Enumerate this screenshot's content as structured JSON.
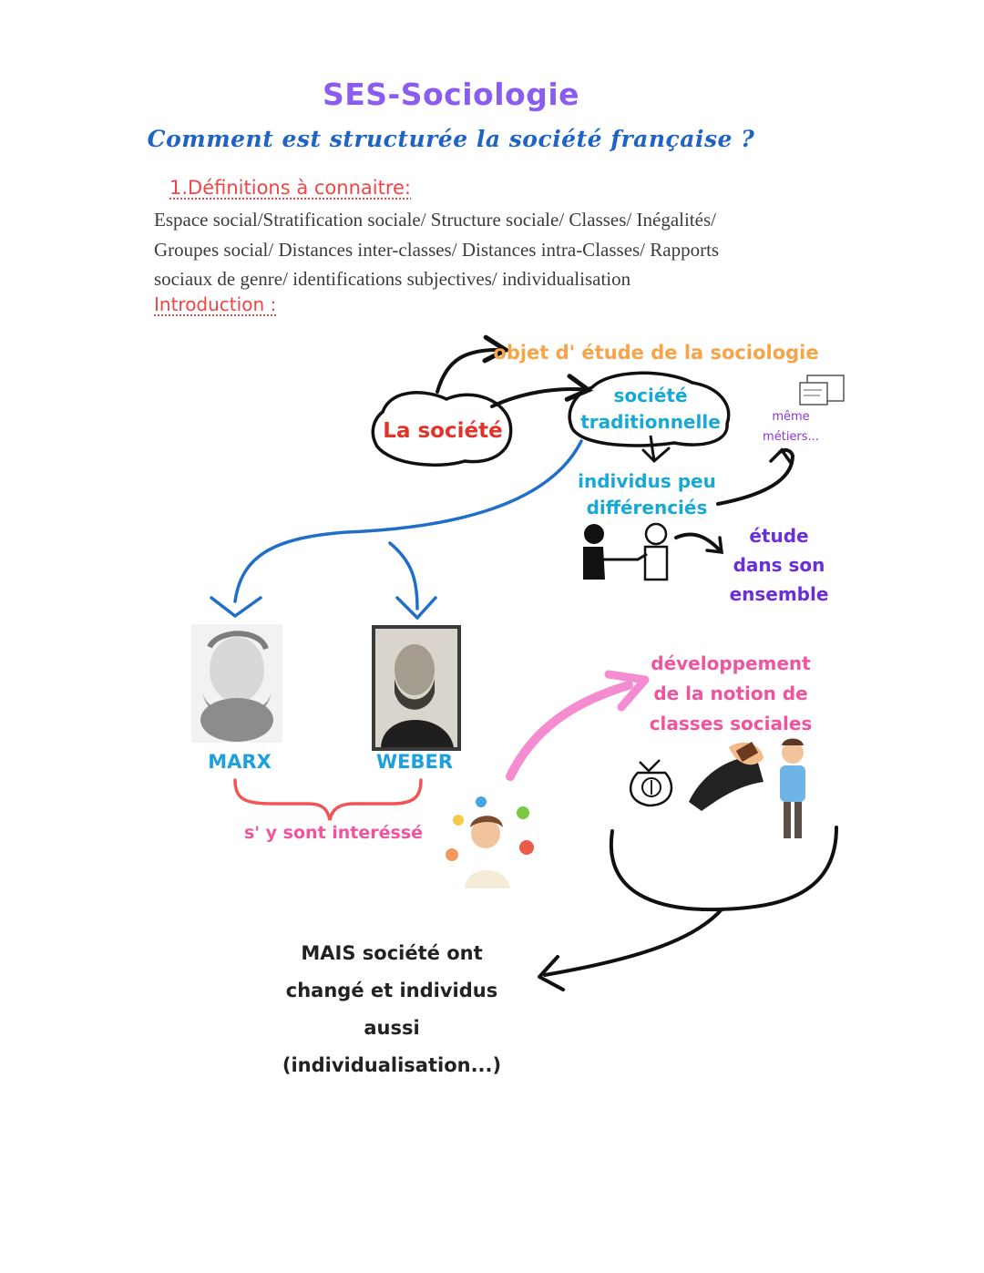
{
  "header": {
    "title": "SES-Sociologie",
    "subtitle": "Comment est structurée la société française ?"
  },
  "section1": {
    "heading": "1.Définitions à connaitre:",
    "lines": [
      "Espace social/Stratification sociale/ Structure sociale/ Classes/ Inégalités/",
      "Groupes social/ Distances inter-classes/ Distances intra-Classes/ Rapports",
      "sociaux de genre/ identifications subjectives/ individualisation"
    ]
  },
  "intro": {
    "heading": "Introduction :"
  },
  "diagram": {
    "objet": "objet d' étude de la sociologie",
    "societe": "La société",
    "traditionnelle": [
      "société",
      "traditionnelle"
    ],
    "meme": [
      "même",
      "métiers..."
    ],
    "individus": [
      "individus peu",
      "différenciés"
    ],
    "etude": [
      "étude",
      "dans son",
      "ensemble"
    ],
    "marx": "MARX",
    "weber": "WEBER",
    "interesse": "s' y sont interéssé",
    "developpement": [
      "développement",
      "de la notion de",
      "classes sociales"
    ],
    "mais": [
      "MAIS société ont",
      "changé et individus",
      "aussi",
      "(individualisation...)"
    ]
  },
  "colors": {
    "title": "#8a5cf0",
    "subtitle": "#1f63c4",
    "heading": "#ef4545",
    "orange": "#f5a449",
    "cyan": "#18a8d6",
    "pink": "#f0549f",
    "purple": "#6a2fd6",
    "blue_arrow": "#1f6fc8"
  }
}
